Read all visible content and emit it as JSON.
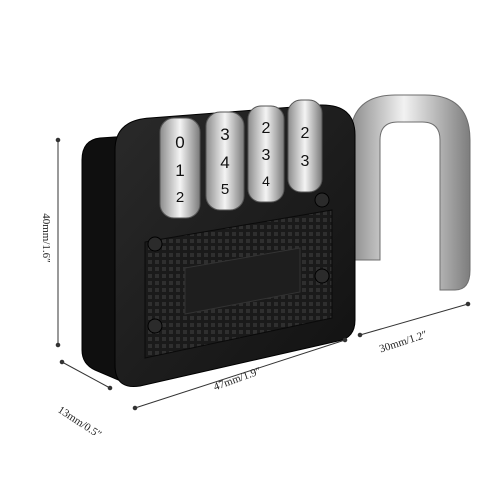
{
  "product": {
    "description": "4-digit combination padlock, black body, chrome shackle"
  },
  "dials": [
    {
      "visible_digits": [
        "0",
        "1",
        "2"
      ]
    },
    {
      "visible_digits": [
        "3",
        "4",
        "5"
      ]
    },
    {
      "visible_digits": [
        "2",
        "3",
        "4"
      ]
    },
    {
      "visible_digits": [
        "2",
        "3"
      ]
    }
  ],
  "dimensions": {
    "height": "40mm/1.6″",
    "depth": "13mm/0.5″",
    "width": "47mm/1.9″",
    "shackle": "30mm/1.2″"
  },
  "colors": {
    "body": "#1c1c1c",
    "body_edge": "#2e2e2e",
    "shackle": "#c9c9c9",
    "dial": "#d8d8d8",
    "line": "#333333"
  }
}
